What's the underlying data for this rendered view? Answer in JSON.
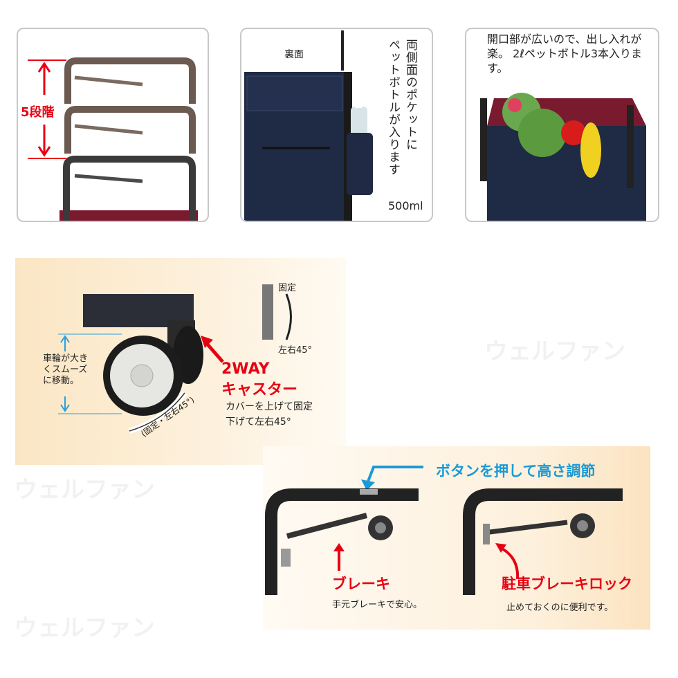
{
  "watermark": "ウェルファン",
  "panel_height": {
    "label": "5段階",
    "accent_color": "#e60012"
  },
  "panel_back": {
    "label": "裏面",
    "vertical_text": [
      "両側面のポケットに",
      "ペットボトルが入ります"
    ],
    "bottle_size": "500ml"
  },
  "panel_opening": {
    "text": "開口部が広いので、出し入れが楽。 2ℓペットボトル3本入ります。"
  },
  "caster": {
    "wheel_note": "車輪が大きくスムーズに移動。",
    "fixed_label": "固定",
    "swivel_label": "左右45°",
    "title_line1": "2WAY",
    "title_line2": "キャスター",
    "desc_line1": "カバーを上げて固定",
    "desc_line2": "下げて左右45°",
    "rotation_note": "(固定・左右45°)",
    "accent_color": "#e60012",
    "guide_color": "#2aa0dc"
  },
  "brake": {
    "height_adjust_label": "ボタンを押して高さ調節",
    "brake_title": "ブレーキ",
    "brake_desc": "手元ブレーキで安心。",
    "lock_title": "駐車ブレーキロック",
    "lock_desc": "止めておくのに便利です。",
    "blue_color": "#1a9ad6",
    "red_color": "#e60012"
  }
}
